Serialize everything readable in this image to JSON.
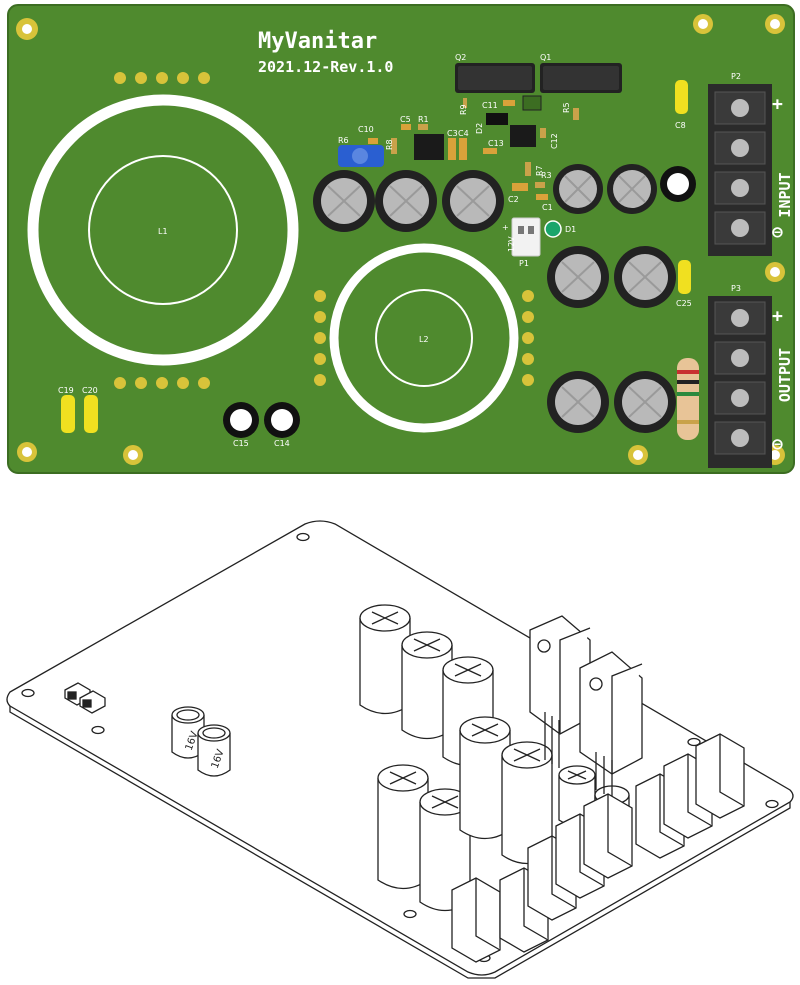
{
  "board": {
    "title": "MyVanitar",
    "revision": "2021.12-Rev.1.0",
    "colors": {
      "pcb": "#4f8a2e",
      "pcb_edge": "#3c6d22",
      "silk": "#ffffff",
      "pad": "#d8c33a",
      "terminal": "#2b2b2b"
    }
  },
  "labels": {
    "q2": "Q2",
    "q1": "Q1",
    "r9": "R9",
    "c11": "C11",
    "r5": "R5",
    "c10": "C10",
    "c5": "C5",
    "r1": "R1",
    "r6": "R6",
    "r8": "R8",
    "c3": "C3",
    "c4": "C4",
    "d2": "D2",
    "c13": "C13",
    "c12": "C12",
    "r7": "R7",
    "r3": "R3",
    "c2": "C2",
    "c1": "C1",
    "d1": "D1",
    "p1": "P1",
    "p1_voltage": "12V",
    "p1_plus": "+",
    "l1": "L1",
    "l2": "L2",
    "c8": "C8",
    "c25": "C25",
    "p2": "P2",
    "p3": "P3",
    "c19": "C19",
    "c20": "C20",
    "c15": "C15",
    "c14": "C14",
    "input": "INPUT",
    "input_plus": "+",
    "input_minus": "⊖",
    "output": "OUTPUT",
    "output_plus": "+",
    "output_minus": "⊖"
  },
  "iso": {
    "cap_marking_1": "16V",
    "cap_marking_2": "16V"
  }
}
